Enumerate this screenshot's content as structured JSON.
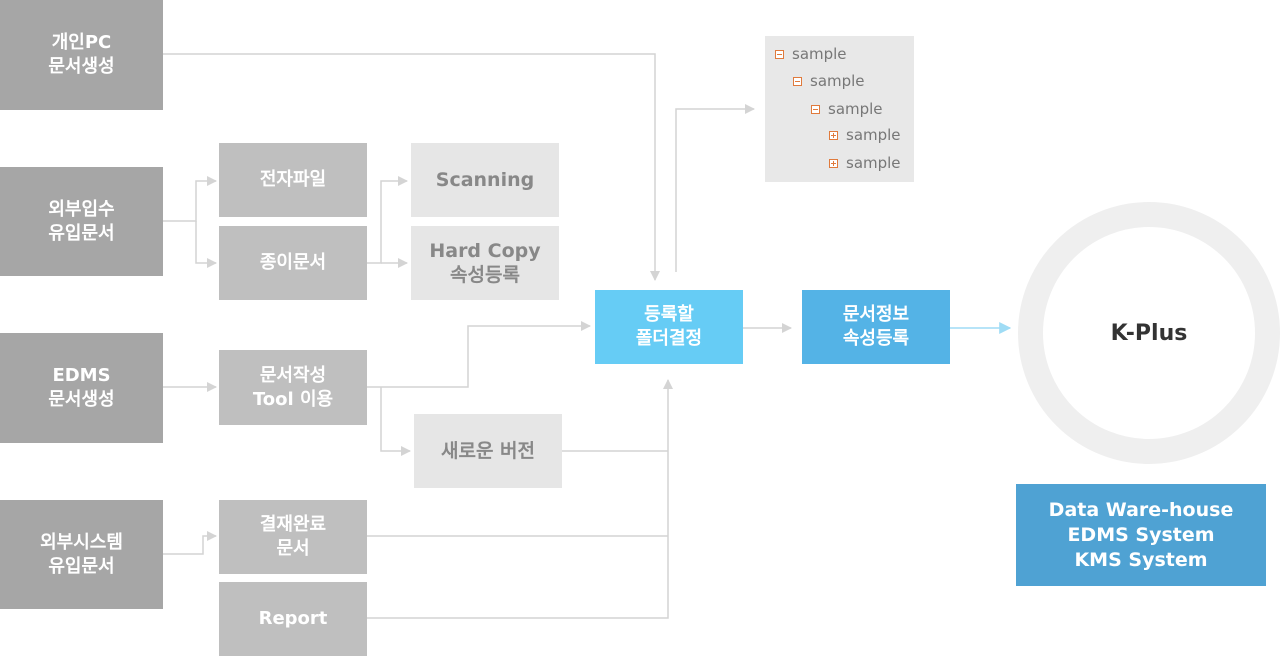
{
  "sources": {
    "personal_pc": [
      "개인PC",
      "문서생성"
    ],
    "external_intake": [
      "외부입수",
      "유입문서"
    ],
    "edms": [
      "EDMS",
      "문서생성"
    ],
    "external_system": [
      "외부시스템",
      "유입문서"
    ]
  },
  "middle": {
    "electronic_file": "전자파일",
    "paper_doc": "종이문서",
    "doc_tool": [
      "문서작성",
      "Tool 이용"
    ],
    "approval_done": [
      "결재완료",
      "문서"
    ],
    "report": "Report"
  },
  "secondary": {
    "scanning": "Scanning",
    "hard_copy": [
      "Hard Copy",
      "속성등록"
    ],
    "new_version": "새로운 버전"
  },
  "process": {
    "decide_folder": [
      "등록할",
      "폴더결정"
    ],
    "register_attrs": [
      "문서정보",
      "속성등록"
    ]
  },
  "tree": {
    "items": [
      {
        "label": "sample",
        "icon": "minus",
        "level": 0
      },
      {
        "label": "sample",
        "icon": "minus",
        "level": 1
      },
      {
        "label": "sample",
        "icon": "minus",
        "level": 2
      },
      {
        "label": "sample",
        "icon": "plus",
        "level": 3
      },
      {
        "label": "sample",
        "icon": "plus",
        "level": 3
      }
    ]
  },
  "kplus": {
    "label": "K-Plus"
  },
  "systems": [
    "Data Ware-house",
    "EDMS System",
    "KMS System"
  ],
  "colors": {
    "source_gray": "#a6a6a6",
    "middle_gray": "#bfbfbf",
    "light_gray": "#e6e6e6",
    "folder_blue": "#66ccf5",
    "attr_blue": "#54b3e6",
    "system_blue": "#4fa2d3",
    "tree_icon_orange": "#e07a3c"
  }
}
